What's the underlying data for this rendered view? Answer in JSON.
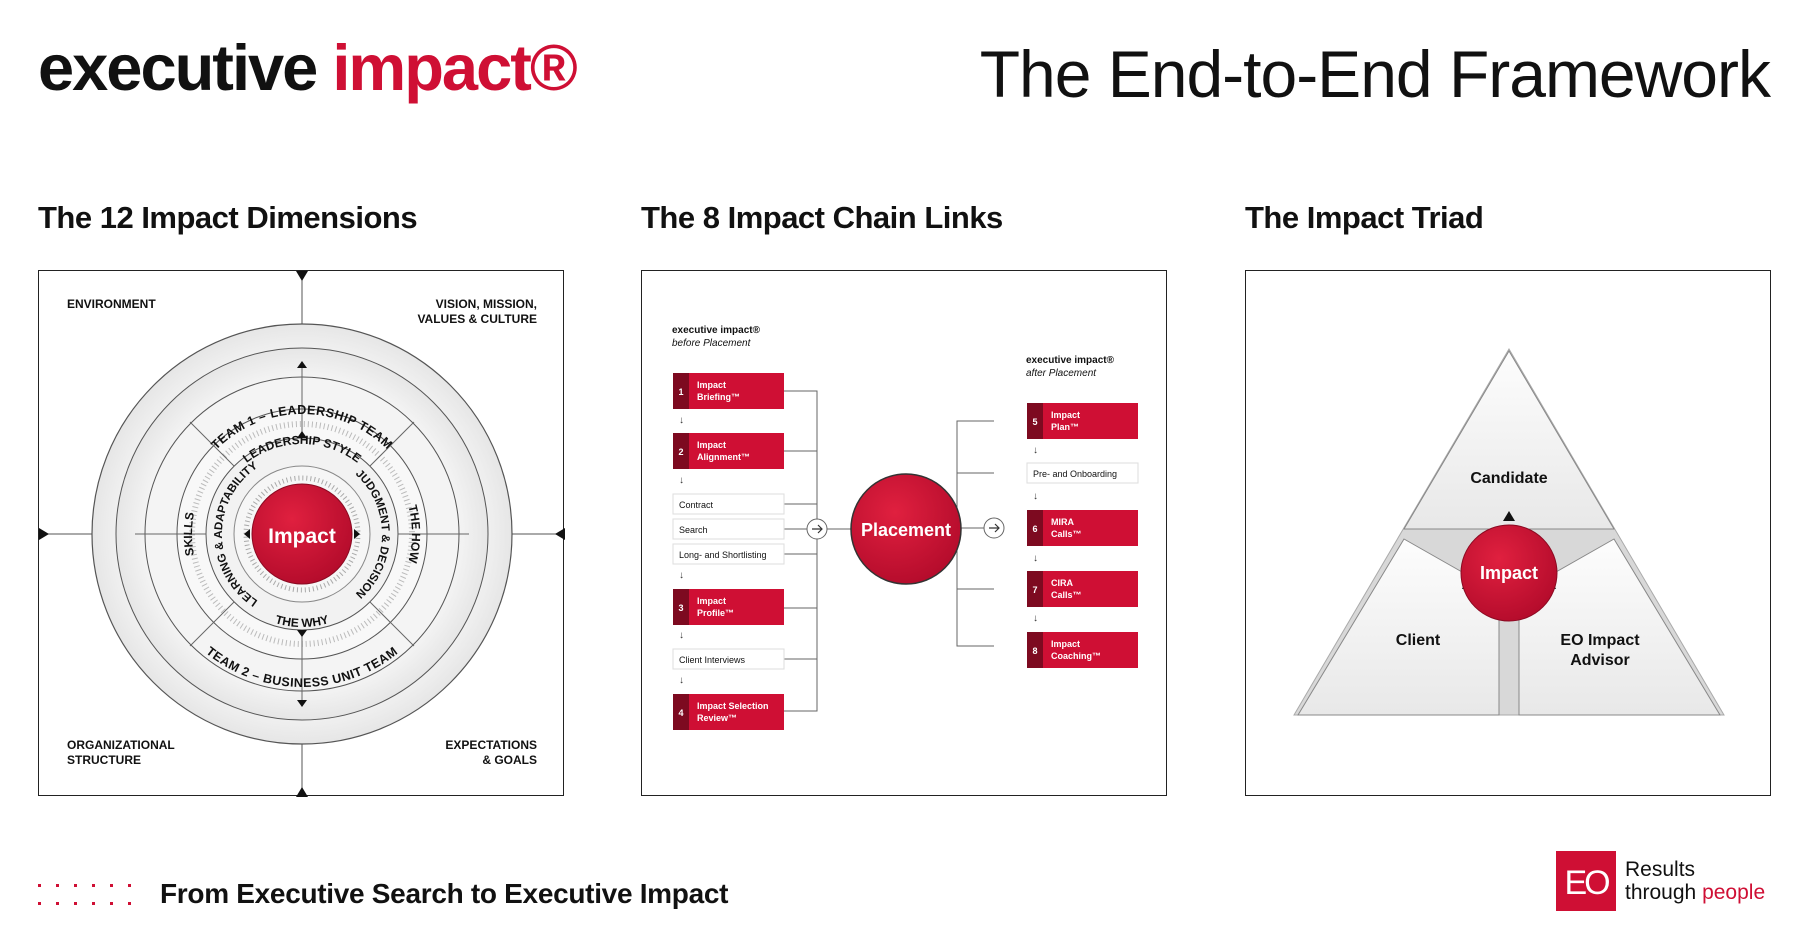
{
  "header": {
    "brand_word1": "executive",
    "brand_word2": "impact®",
    "title": "The End-to-End Framework"
  },
  "sections": {
    "dimensions_title": "The 12 Impact Dimensions",
    "chain_title": "The 8 Impact Chain Links",
    "triad_title": "The Impact Triad"
  },
  "dimensions": {
    "corner_top_left": "ENVIRONMENT",
    "corner_top_right_1": "VISION, MISSION,",
    "corner_top_right_2": "VALUES & CULTURE",
    "corner_bottom_left_1": "ORGANIZATIONAL",
    "corner_bottom_left_2": "STRUCTURE",
    "corner_bottom_right_1": "EXPECTATIONS",
    "corner_bottom_right_2": "& GOALS",
    "team1": "TEAM 1 – LEADERSHIP TEAM",
    "team2": "TEAM 2 – BUSINESS UNIT TEAM",
    "leadership_style": "LEADERSHIP STYLE",
    "skills": "SKILLS",
    "the_how": "THE HOW",
    "the_why": "THE WHY",
    "learning": "LEARNING & ADAPTABILITY",
    "judgment": "JUDGMENT & DECISION",
    "center": "Impact"
  },
  "chain": {
    "before_title": "executive impact®",
    "before_sub": "before Placement",
    "after_title": "executive impact®",
    "after_sub": "after Placement",
    "center": "Placement",
    "steps_before": [
      {
        "num": "1",
        "line1": "Impact",
        "line2": "Briefing™"
      },
      {
        "num": "2",
        "line1": "Impact",
        "line2": "Alignment™"
      },
      {
        "num": "3",
        "line1": "Impact",
        "line2": "Profile™"
      },
      {
        "num": "4",
        "line1": "Impact Selection",
        "line2": "Review™"
      }
    ],
    "plain_before": [
      "Contract",
      "Search",
      "Long- and Shortlisting",
      "Client Interviews"
    ],
    "steps_after": [
      {
        "num": "5",
        "line1": "Impact",
        "line2": "Plan™"
      },
      {
        "num": "6",
        "line1": "MIRA",
        "line2": "Calls™"
      },
      {
        "num": "7",
        "line1": "CIRA",
        "line2": "Calls™"
      },
      {
        "num": "8",
        "line1": "Impact",
        "line2": "Coaching™"
      }
    ],
    "plain_after": [
      "Pre- and Onboarding"
    ]
  },
  "triad": {
    "top": "Candidate",
    "left": "Client",
    "right_1": "EO Impact",
    "right_2": "Advisor",
    "center": "Impact"
  },
  "footer": {
    "tagline": "From Executive Search to Executive Impact",
    "logo_mark": "EO",
    "logo_line1": "Results",
    "logo_line2a": "through",
    "logo_line2b": "people"
  },
  "colors": {
    "accent": "#cf0f34",
    "dark_accent": "#7d0a20",
    "text": "#111111"
  }
}
